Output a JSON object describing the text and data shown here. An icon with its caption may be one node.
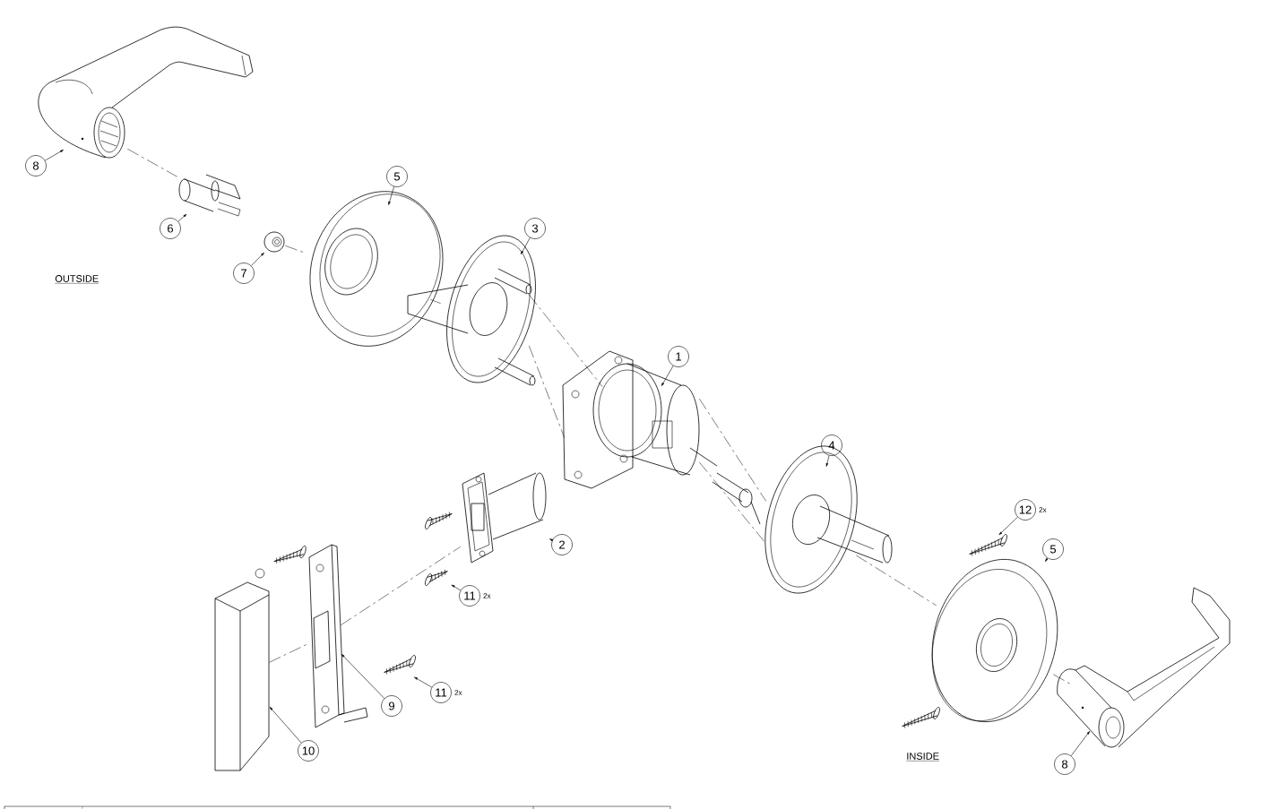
{
  "diagram": {
    "nodes": [
      {
        "text": [
          "8"
        ]
      },
      {
        "text": [
          "6"
        ]
      },
      {
        "text": [
          "7"
        ]
      },
      {
        "text": [
          "5"
        ]
      },
      {
        "text": [
          "3"
        ]
      },
      {
        "text": [
          "1"
        ]
      },
      {
        "text": [
          "4"
        ]
      },
      {
        "text": [
          "12"
        ],
        "beside": [
          "2x"
        ]
      },
      {
        "text": [
          "2"
        ]
      },
      {
        "text": [
          "11"
        ],
        "beside": [
          "2x"
        ]
      },
      {
        "text": [
          "5"
        ]
      },
      {
        "text": [
          "11"
        ],
        "beside": [
          "2x"
        ]
      },
      {
        "text": [
          "9"
        ]
      },
      {
        "text": [
          "10"
        ]
      },
      {
        "text": [
          "8"
        ]
      },
      {
        "text": [],
        "shape": "picture"
      },
      {
        "text": [],
        "shape": "picture"
      },
      {
        "text": [],
        "shape": "picture"
      },
      {
        "text": [],
        "shape": "picture"
      },
      {
        "text": [],
        "shape": "picture"
      },
      {
        "text": [],
        "shape": "picture"
      },
      {
        "text": [],
        "shape": "picture"
      },
      {
        "text": [],
        "shape": "picture"
      },
      {
        "text": [],
        "shape": "picture"
      },
      {
        "text": [],
        "shape": "picture"
      },
      {
        "text": [],
        "shape": "picture"
      },
      {
        "text": [],
        "shape": "picture"
      },
      {
        "text": [],
        "shape": "picture"
      },
      {
        "text": [],
        "shape": "picture"
      },
      {
        "text": [],
        "shape": "picture"
      }
    ],
    "edges": [
      {
        "from": 0,
        "to": 15,
        "arrow": "to"
      },
      {
        "from": 1,
        "to": 16,
        "arrow": "to"
      },
      {
        "from": 2,
        "to": 17,
        "arrow": "to"
      },
      {
        "from": 3,
        "to": 18,
        "arrow": "to"
      },
      {
        "from": 4,
        "to": 19,
        "arrow": "to"
      },
      {
        "from": 5,
        "to": 20,
        "arrow": "to"
      },
      {
        "from": 6,
        "to": 21,
        "arrow": "to"
      },
      {
        "from": 7,
        "to": 22,
        "arrow": "to"
      },
      {
        "from": 8,
        "to": 23,
        "arrow": "to"
      },
      {
        "from": 9,
        "to": 24,
        "arrow": "to"
      },
      {
        "from": 10,
        "to": 25,
        "arrow": "to"
      },
      {
        "from": 11,
        "to": 26,
        "arrow": "to"
      },
      {
        "from": 12,
        "to": 27,
        "arrow": "to"
      },
      {
        "from": 13,
        "to": 28,
        "arrow": "to"
      },
      {
        "from": 14,
        "to": 29,
        "arrow": "to"
      },
      {
        "from": 15,
        "to": 16,
        "arrow": "none",
        "style": "dashed"
      },
      {
        "from": 17,
        "to": 18,
        "arrow": "none",
        "style": "dashed"
      },
      {
        "from": 18,
        "to": 19,
        "arrow": "none",
        "style": "dashed"
      },
      {
        "from": 19,
        "to": 20,
        "arrow": "none",
        "style": "dashed"
      },
      {
        "from": 19,
        "to": 20,
        "arrow": "none",
        "style": "dashed"
      },
      {
        "from": 20,
        "to": 21,
        "arrow": "none",
        "style": "dashed"
      },
      {
        "from": 20,
        "to": 21,
        "arrow": "none",
        "style": "dashed"
      },
      {
        "from": 21,
        "to": 25,
        "arrow": "none",
        "style": "dashed"
      },
      {
        "from": 25,
        "to": 29,
        "arrow": "none",
        "style": "dashed"
      },
      {
        "from": 28,
        "to": 27,
        "arrow": "none",
        "style": "dashed"
      },
      {
        "from": 27,
        "to": 23,
        "arrow": "none",
        "style": "dashed"
      }
    ],
    "labels": [
      "OUTSIDE",
      "INSIDE"
    ]
  }
}
